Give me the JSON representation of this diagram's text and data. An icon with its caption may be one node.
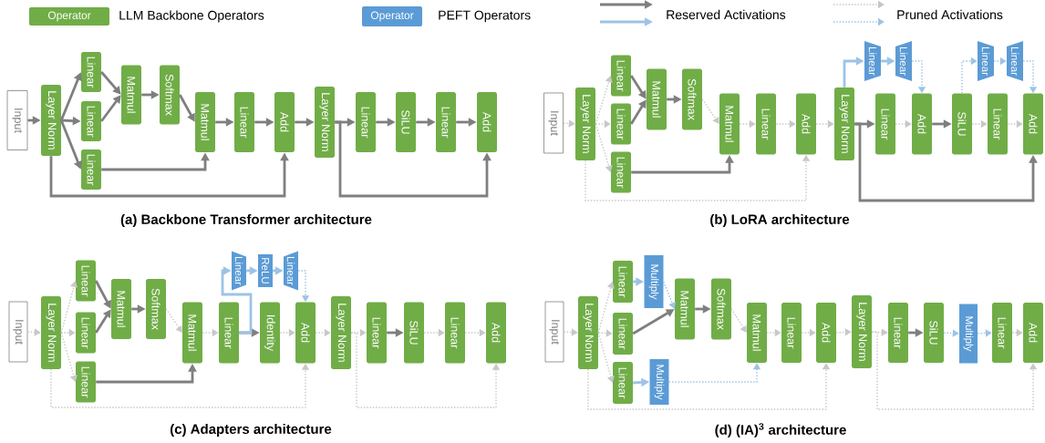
{
  "diagram": {
    "nodes": [
      {
        "text": [
          "Input"
        ]
      },
      {
        "text": [
          "Layer Norm"
        ]
      },
      {
        "text": [
          "Linear"
        ]
      },
      {
        "text": [
          "Linear"
        ]
      },
      {
        "text": [
          "Linear"
        ]
      },
      {
        "text": [
          "Matmul"
        ]
      },
      {
        "text": [
          "Softmax"
        ]
      },
      {
        "text": [
          "Matmul"
        ]
      },
      {
        "text": [
          "Linear"
        ]
      },
      {
        "text": [
          "Add"
        ]
      },
      {
        "text": [
          "Layer Norm"
        ]
      },
      {
        "text": [
          "Linear"
        ]
      },
      {
        "text": [
          "SiLU"
        ]
      },
      {
        "text": [
          "Linear"
        ]
      },
      {
        "text": [
          "Add"
        ]
      },
      {
        "text": [
          "Input"
        ]
      },
      {
        "text": [
          "Layer Norm"
        ]
      },
      {
        "text": [
          "Linear"
        ]
      },
      {
        "text": [
          "Linear"
        ]
      },
      {
        "text": [
          "Linear"
        ]
      },
      {
        "text": [
          "Matmul"
        ]
      },
      {
        "text": [
          "Softmax"
        ]
      },
      {
        "text": [
          "Matmul"
        ]
      },
      {
        "text": [
          "Linear"
        ]
      },
      {
        "text": [
          "Add"
        ]
      },
      {
        "text": [
          "Layer Norm"
        ]
      },
      {
        "text": [
          "Linear"
        ]
      },
      {
        "text": [
          "Linear"
        ]
      },
      {
        "text": [
          "Linear"
        ]
      },
      {
        "text": [
          "Add"
        ]
      },
      {
        "text": [
          "SiLU"
        ]
      },
      {
        "text": [
          "Linear"
        ]
      },
      {
        "text": [
          "Linear"
        ]
      },
      {
        "text": [
          "Linear"
        ]
      },
      {
        "text": [
          "Add"
        ]
      },
      {
        "text": [
          "Input"
        ]
      },
      {
        "text": [
          "Layer Norm"
        ]
      },
      {
        "text": [
          "Linear"
        ]
      },
      {
        "text": [
          "Linear"
        ]
      },
      {
        "text": [
          "Linear"
        ]
      },
      {
        "text": [
          "Matmul"
        ]
      },
      {
        "text": [
          "Softmax"
        ]
      },
      {
        "text": [
          "Matmul"
        ]
      },
      {
        "text": [
          "Linear"
        ]
      },
      {
        "text": [
          "Linear"
        ]
      },
      {
        "text": [
          "ReLU"
        ]
      },
      {
        "text": [
          "Linear"
        ]
      },
      {
        "text": [
          "Identity"
        ]
      },
      {
        "text": [
          "Add"
        ]
      },
      {
        "text": [
          "Layer Norm"
        ]
      },
      {
        "text": [
          "Linear"
        ]
      },
      {
        "text": [
          "SiLU"
        ]
      },
      {
        "text": [
          "Linear"
        ]
      },
      {
        "text": [
          "Add"
        ]
      },
      {
        "text": [
          "Input"
        ]
      },
      {
        "text": [
          "Layer Norm"
        ]
      },
      {
        "text": [
          "Linear"
        ]
      },
      {
        "text": [
          "Multiply"
        ]
      },
      {
        "text": [
          "Linear"
        ]
      },
      {
        "text": [
          "Linear"
        ]
      },
      {
        "text": [
          "Multiply"
        ]
      },
      {
        "text": [
          "Matmul"
        ]
      },
      {
        "text": [
          "Softmax"
        ]
      },
      {
        "text": [
          "Matmul"
        ]
      },
      {
        "text": [
          "Linear"
        ]
      },
      {
        "text": [
          "Add"
        ]
      },
      {
        "text": [
          "Layer Norm"
        ]
      },
      {
        "text": [
          "Linear"
        ]
      },
      {
        "text": [
          "SiLU"
        ]
      },
      {
        "text": [
          "Multiply"
        ]
      },
      {
        "text": [
          "Linear"
        ]
      },
      {
        "text": [
          "Add"
        ]
      }
    ],
    "edges": [
      {
        "from": 0,
        "to": 1,
        "arrow": "to"
      },
      {
        "from": 1,
        "to": 2,
        "arrow": "to"
      },
      {
        "from": 1,
        "to": 3,
        "arrow": "to"
      },
      {
        "from": 1,
        "to": 4,
        "arrow": "to"
      },
      {
        "from": 2,
        "to": 5,
        "arrow": "to"
      },
      {
        "from": 3,
        "to": 5,
        "arrow": "to"
      },
      {
        "from": 5,
        "to": 6,
        "arrow": "to"
      },
      {
        "from": 6,
        "to": 7,
        "arrow": "to"
      },
      {
        "from": 4,
        "to": 7,
        "arrow": "to"
      },
      {
        "from": 7,
        "to": 8,
        "arrow": "to"
      },
      {
        "from": 8,
        "to": 9,
        "arrow": "to"
      },
      {
        "from": 1,
        "to": 9,
        "arrow": "to"
      },
      {
        "from": 9,
        "to": 10,
        "arrow": "to"
      },
      {
        "from": 10,
        "to": 11,
        "arrow": "to"
      },
      {
        "from": 11,
        "to": 12,
        "arrow": "to"
      },
      {
        "from": 12,
        "to": 13,
        "arrow": "to"
      },
      {
        "from": 13,
        "to": 14,
        "arrow": "to"
      },
      {
        "from": 10,
        "to": 14,
        "arrow": "to"
      },
      {
        "from": 15,
        "to": 16,
        "arrow": "to",
        "style": "dashed",
        "color": "#c8c8c8"
      },
      {
        "from": 16,
        "to": 17,
        "arrow": "to",
        "style": "dashed",
        "color": "#c8c8c8"
      },
      {
        "from": 16,
        "to": 18,
        "arrow": "to",
        "style": "dashed",
        "color": "#c8c8c8"
      },
      {
        "from": 16,
        "to": 19,
        "arrow": "to",
        "style": "dashed",
        "color": "#c8c8c8"
      },
      {
        "from": 17,
        "to": 20,
        "arrow": "to"
      },
      {
        "from": 18,
        "to": 20,
        "arrow": "to"
      },
      {
        "from": 20,
        "to": 21,
        "arrow": "to"
      },
      {
        "from": 21,
        "to": 22,
        "arrow": "to",
        "style": "dashed",
        "color": "#c8c8c8"
      },
      {
        "from": 19,
        "to": 22,
        "arrow": "to"
      },
      {
        "from": 22,
        "to": 23,
        "arrow": "to",
        "style": "dashed",
        "color": "#c8c8c8"
      },
      {
        "from": 23,
        "to": 24,
        "arrow": "to",
        "style": "dashed",
        "color": "#c8c8c8"
      },
      {
        "from": 16,
        "to": 24,
        "arrow": "to",
        "style": "dashed",
        "color": "#c8c8c8"
      },
      {
        "from": 24,
        "to": 25,
        "arrow": "to",
        "style": "dashed",
        "color": "#c8c8c8"
      },
      {
        "from": 25,
        "to": 26,
        "arrow": "to",
        "color": "#9dc3e6"
      },
      {
        "from": 26,
        "to": 27,
        "arrow": "to",
        "color": "#9dc3e6"
      },
      {
        "from": 27,
        "to": 29,
        "arrow": "to",
        "style": "dashed",
        "color": "#9dc3e6"
      },
      {
        "from": 25,
        "to": 28,
        "arrow": "to"
      },
      {
        "from": 28,
        "to": 29,
        "arrow": "to",
        "style": "dashed",
        "color": "#c8c8c8"
      },
      {
        "from": 29,
        "to": 30,
        "arrow": "to"
      },
      {
        "from": 30,
        "to": 31,
        "arrow": "to",
        "style": "dashed",
        "color": "#9dc3e6"
      },
      {
        "from": 31,
        "to": 32,
        "arrow": "to",
        "style": "dashed",
        "color": "#9dc3e6"
      },
      {
        "from": 32,
        "to": 34,
        "arrow": "to",
        "style": "dashed",
        "color": "#9dc3e6"
      },
      {
        "from": 30,
        "to": 33,
        "arrow": "to",
        "style": "dashed",
        "color": "#c8c8c8"
      },
      {
        "from": 33,
        "to": 34,
        "arrow": "to",
        "style": "dashed",
        "color": "#c8c8c8"
      },
      {
        "from": 25,
        "to": 34,
        "arrow": "to"
      },
      {
        "from": 35,
        "to": 36,
        "arrow": "to",
        "style": "dashed",
        "color": "#c8c8c8"
      },
      {
        "from": 36,
        "to": 37,
        "arrow": "to",
        "style": "dashed",
        "color": "#c8c8c8"
      },
      {
        "from": 36,
        "to": 38,
        "arrow": "to",
        "style": "dashed",
        "color": "#c8c8c8"
      },
      {
        "from": 36,
        "to": 39,
        "arrow": "to",
        "style": "dashed",
        "color": "#c8c8c8"
      },
      {
        "from": 37,
        "to": 40,
        "arrow": "to"
      },
      {
        "from": 38,
        "to": 40,
        "arrow": "to"
      },
      {
        "from": 40,
        "to": 41,
        "arrow": "to"
      },
      {
        "from": 41,
        "to": 42,
        "arrow": "to",
        "style": "dashed",
        "color": "#c8c8c8"
      },
      {
        "from": 39,
        "to": 42,
        "arrow": "to"
      },
      {
        "from": 42,
        "to": 43,
        "arrow": "to",
        "style": "dashed",
        "color": "#c8c8c8"
      },
      {
        "from": 43,
        "to": 47,
        "arrow": "to"
      },
      {
        "from": 43,
        "to": 44,
        "arrow": "to",
        "color": "#9dc3e6"
      },
      {
        "from": 44,
        "to": 45,
        "arrow": "to",
        "color": "#9dc3e6"
      },
      {
        "from": 45,
        "to": 46,
        "arrow": "to",
        "color": "#9dc3e6"
      },
      {
        "from": 46,
        "to": 48,
        "arrow": "to",
        "style": "dashed",
        "color": "#9dc3e6"
      },
      {
        "from": 47,
        "to": 48,
        "arrow": "to",
        "style": "dashed",
        "color": "#c8c8c8"
      },
      {
        "from": 36,
        "to": 48,
        "arrow": "to",
        "style": "dashed",
        "color": "#c8c8c8"
      },
      {
        "from": 48,
        "to": 49,
        "arrow": "to",
        "style": "dashed",
        "color": "#c8c8c8"
      },
      {
        "from": 49,
        "to": 50,
        "arrow": "to",
        "style": "dashed",
        "color": "#c8c8c8"
      },
      {
        "from": 50,
        "to": 51,
        "arrow": "to"
      },
      {
        "from": 51,
        "to": 52,
        "arrow": "to",
        "style": "dashed",
        "color": "#c8c8c8"
      },
      {
        "from": 52,
        "to": 53,
        "arrow": "to",
        "style": "dashed",
        "color": "#c8c8c8"
      },
      {
        "from": 49,
        "to": 53,
        "arrow": "to",
        "style": "dashed",
        "color": "#c8c8c8"
      },
      {
        "from": 54,
        "to": 55,
        "arrow": "to",
        "style": "dashed",
        "color": "#c8c8c8"
      },
      {
        "from": 55,
        "to": 56,
        "arrow": "to",
        "style": "dashed",
        "color": "#c8c8c8"
      },
      {
        "from": 55,
        "to": 58,
        "arrow": "to",
        "style": "dashed",
        "color": "#c8c8c8"
      },
      {
        "from": 55,
        "to": 59,
        "arrow": "to",
        "style": "dashed",
        "color": "#c8c8c8"
      },
      {
        "from": 56,
        "to": 57,
        "arrow": "to",
        "color": "#9dc3e6"
      },
      {
        "from": 57,
        "to": 61,
        "arrow": "to",
        "style": "dashed",
        "color": "#9dc3e6"
      },
      {
        "from": 58,
        "to": 61,
        "arrow": "to"
      },
      {
        "from": 61,
        "to": 62,
        "arrow": "to"
      },
      {
        "from": 62,
        "to": 63,
        "arrow": "to",
        "style": "dashed",
        "color": "#c8c8c8"
      },
      {
        "from": 59,
        "to": 60,
        "arrow": "to",
        "color": "#9dc3e6"
      },
      {
        "from": 60,
        "to": 63,
        "arrow": "to",
        "style": "dashed",
        "color": "#9dc3e6"
      },
      {
        "from": 63,
        "to": 64,
        "arrow": "to",
        "style": "dashed",
        "color": "#c8c8c8"
      },
      {
        "from": 64,
        "to": 65,
        "arrow": "to",
        "style": "dashed",
        "color": "#c8c8c8"
      },
      {
        "from": 55,
        "to": 65,
        "arrow": "to",
        "style": "dashed",
        "color": "#c8c8c8"
      },
      {
        "from": 65,
        "to": 66,
        "arrow": "to",
        "style": "dashed",
        "color": "#c8c8c8"
      },
      {
        "from": 66,
        "to": 67,
        "arrow": "to",
        "style": "dashed",
        "color": "#c8c8c8"
      },
      {
        "from": 67,
        "to": 68,
        "arrow": "to"
      },
      {
        "from": 68,
        "to": 69,
        "arrow": "to",
        "style": "dashed",
        "color": "#9dc3e6"
      },
      {
        "from": 69,
        "to": 70,
        "arrow": "to",
        "style": "dashed",
        "color": "#9dc3e6"
      },
      {
        "from": 70,
        "to": 71,
        "arrow": "to",
        "style": "dashed",
        "color": "#c8c8c8"
      },
      {
        "from": 66,
        "to": 71,
        "arrow": "to",
        "style": "dashed",
        "color": "#c8c8c8"
      }
    ],
    "labels": [
      "Operator",
      "Operator",
      "(a) Backbone Transformer architecture",
      "(b) LoRA architecture",
      "(c) Adapters architecture",
      "(d) (IA)$^{3}$ architecture"
    ],
    "legend": [
      {
        "text": "LLM Backbone Operators",
        "color": "#70ad47"
      },
      {
        "text": "PEFT Operators",
        "color": "#5b9bd5"
      },
      {
        "text": "Reserved Activations"
      },
      {
        "text": "Pruned Activations"
      }
    ]
  }
}
